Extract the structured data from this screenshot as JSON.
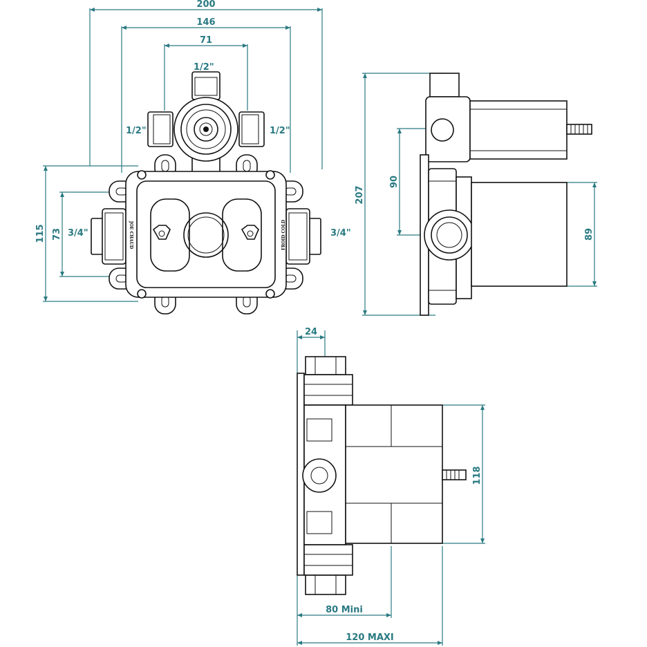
{
  "dimensions": {
    "front_width_overall": "200",
    "front_width_lugs": "146",
    "front_width_ports": "71",
    "port_top": "1/2\"",
    "port_left": "1/2\"",
    "port_right": "1/2\"",
    "port_side_left": "3/4\"",
    "port_side_right": "3/4\"",
    "front_height_overall": "115",
    "front_height_inner": "73",
    "side_height_overall": "207",
    "side_port_spacing": "90",
    "side_cover_height": "89",
    "bottom_depth_front": "24",
    "bottom_cover_height": "118",
    "bottom_min": "80 Mini",
    "bottom_max": "120 MAXI"
  },
  "body_markings": {
    "left": "JOE CHAUD",
    "right": "FROID COLD"
  },
  "colors": {
    "dimension": "#2a7a82",
    "outline": "#111111"
  }
}
